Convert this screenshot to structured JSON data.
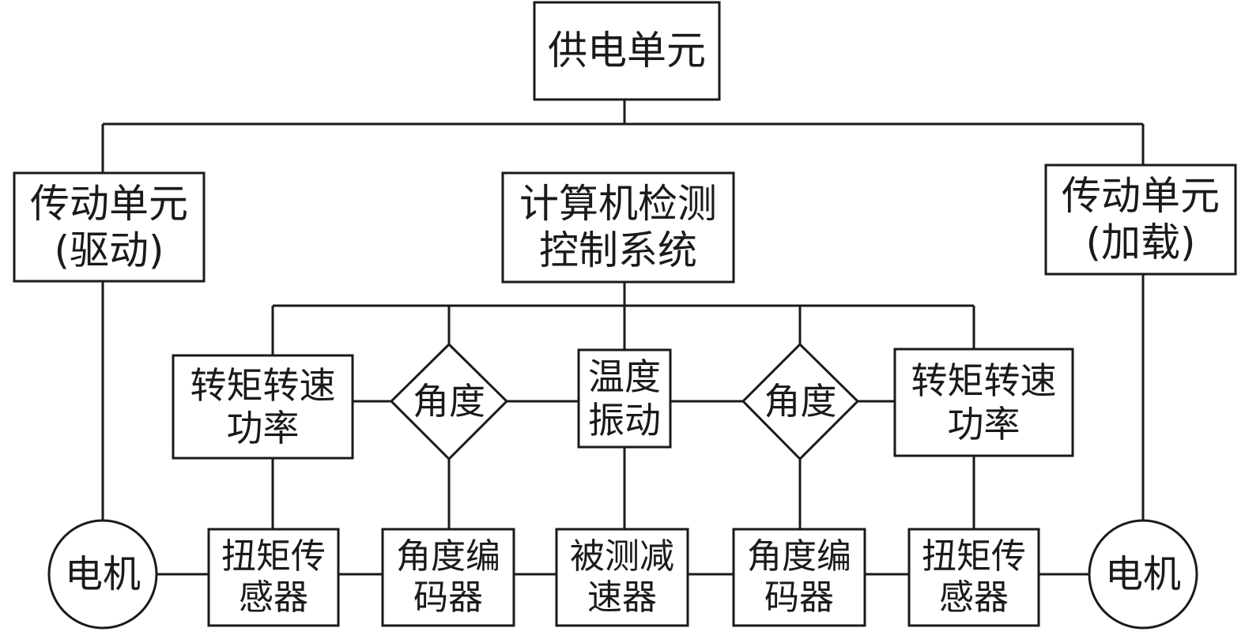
{
  "diagram": {
    "power_unit": {
      "label": "供电单元"
    },
    "drive_unit": {
      "line1": "传动单元",
      "line2": "(驱动)"
    },
    "load_unit": {
      "line1": "传动单元",
      "line2": "(加载)"
    },
    "computer_system": {
      "line1": "计算机检测",
      "line2": "控制系统"
    },
    "torque_speed_power_left": {
      "line1": "转矩转速",
      "line2": "功率"
    },
    "angle_left": {
      "label": "角度"
    },
    "temp_vibration": {
      "line1": "温度",
      "line2": "振动"
    },
    "angle_right": {
      "label": "角度"
    },
    "torque_speed_power_right": {
      "line1": "转矩转速",
      "line2": "功率"
    },
    "motor_left": {
      "label": "电机"
    },
    "torque_sensor_left": {
      "line1": "扭矩传",
      "line2": "感器"
    },
    "angle_encoder_left": {
      "line1": "角度编",
      "line2": "码器"
    },
    "reducer_under_test": {
      "line1": "被测减",
      "line2": "速器"
    },
    "angle_encoder_right": {
      "line1": "角度编",
      "line2": "码器"
    },
    "torque_sensor_right": {
      "line1": "扭矩传",
      "line2": "感器"
    },
    "motor_right": {
      "label": "电机"
    }
  }
}
